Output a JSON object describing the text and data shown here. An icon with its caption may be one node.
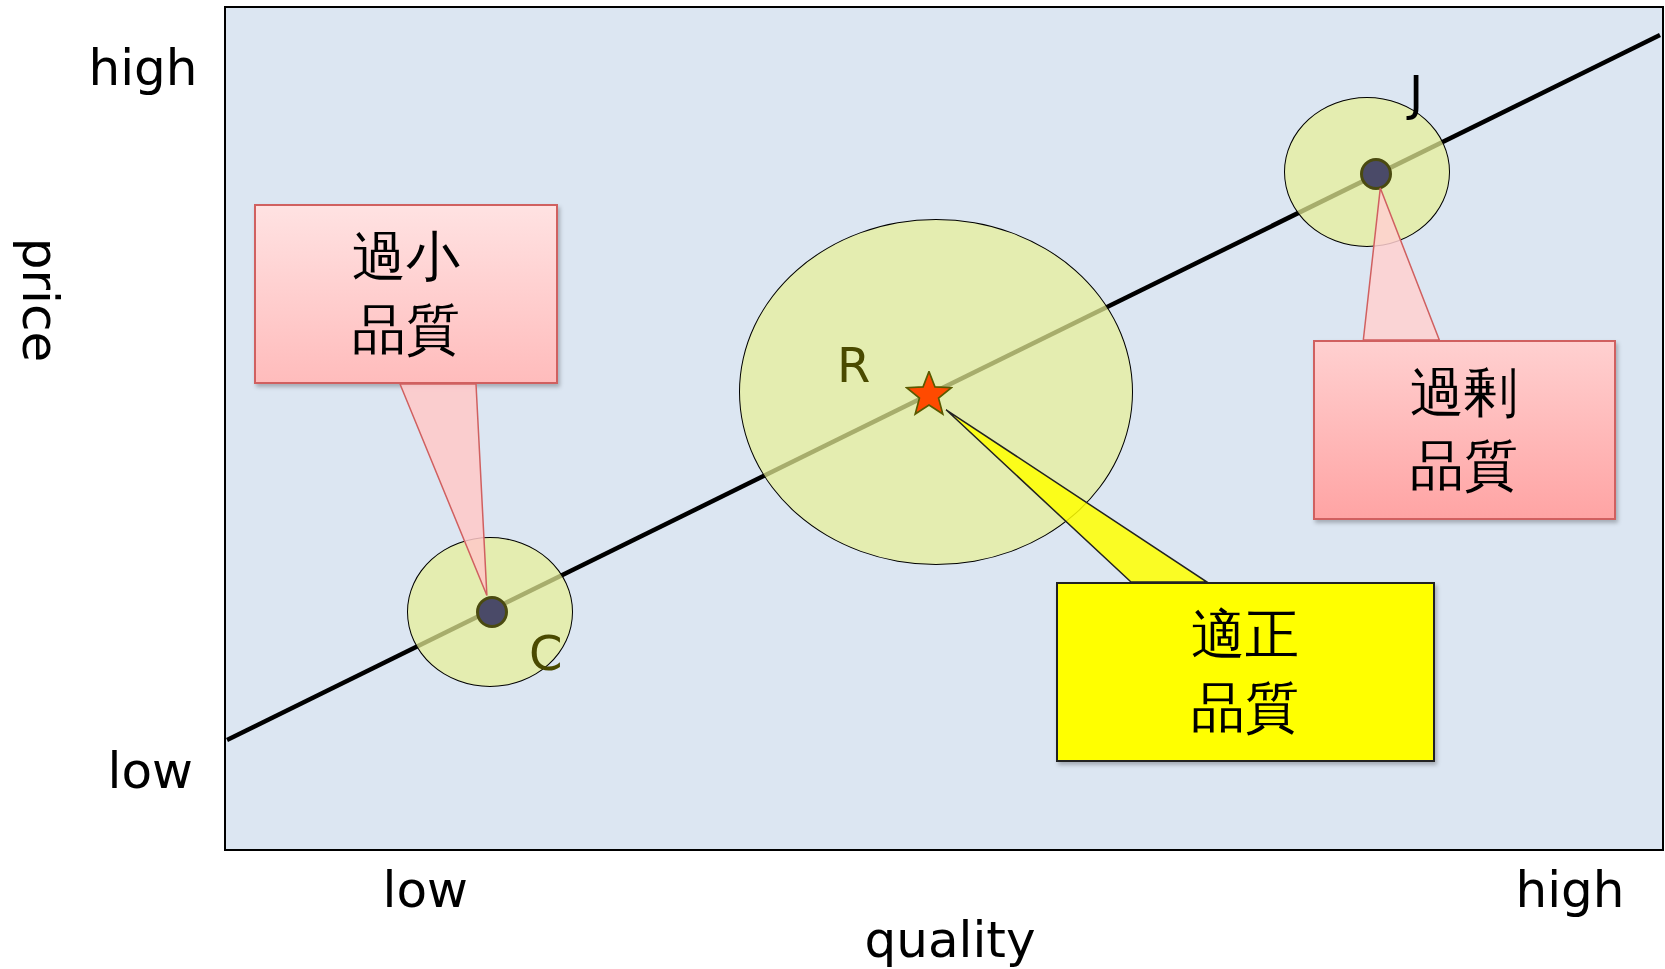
{
  "diagram": {
    "nodes": [
      {
        "text": [
          "過小品質"
        ]
      },
      {
        "text": [
          "C"
        ]
      },
      {
        "text": [],
        "shape": "circle",
        "in": 1
      },
      {
        "text": [
          "R"
        ]
      },
      {
        "text": [],
        "shape": "star",
        "in": 3
      },
      {
        "text": [
          "J"
        ]
      },
      {
        "text": [],
        "shape": "circle",
        "in": 5
      },
      {
        "text": [
          "過剰品質"
        ]
      },
      {
        "text": [
          "適正品質"
        ]
      }
    ],
    "edges": [
      {
        "from": 0,
        "to": 2,
        "arrow": "none"
      },
      {
        "from": 8,
        "to": 4,
        "arrow": "none"
      },
      {
        "from": 7,
        "to": 6,
        "arrow": "none"
      }
    ],
    "labels": [
      "high",
      "price",
      "low",
      "low",
      "high",
      "quality"
    ]
  }
}
